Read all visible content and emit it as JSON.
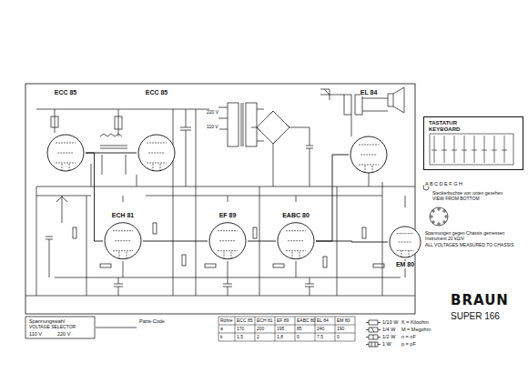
{
  "diagram": {
    "title": "BRAUN",
    "caption": "SUPER 166",
    "nodes": [
      {
        "text": [
          "ECC 85"
        ]
      },
      {
        "text": [
          "ECH 81"
        ]
      },
      {
        "text": [
          "ECC 85"
        ]
      },
      {
        "text": [
          "EF 89"
        ]
      },
      {
        "text": [
          "EABC 80"
        ]
      },
      {
        "text": [
          "EL 84"
        ]
      },
      {
        "text": [
          "EM 80"
        ]
      },
      {
        "text": [
          "TASTATUR",
          "KEYBOARD"
        ]
      }
    ],
    "edges": [
      {
        "from": 0,
        "to": 2,
        "arrow": "none"
      },
      {
        "from": 0,
        "to": 1,
        "arrow": "none"
      },
      {
        "from": 1,
        "to": 3,
        "arrow": "none"
      },
      {
        "from": 3,
        "to": 4,
        "arrow": "none"
      },
      {
        "from": 4,
        "to": 5,
        "arrow": "none"
      },
      {
        "from": 4,
        "to": 6,
        "arrow": "none"
      }
    ],
    "labels": [
      "A B C D E F G H",
      "Steckerbuchse von unten gesehen",
      "VIEW FROM BOTTOM",
      "Spannungen gegen Chassis gemessen",
      "Instrument 20 kΩ/V",
      "ALL VOLTAGES MEASURED TO CHASSIS",
      "K = Kiloohm",
      "M = Megohm",
      "n = nF",
      "p = pF",
      "Spannungswahl",
      "VOLTAGE SELECTOR",
      "110 V",
      "220 V",
      "Parts-Code",
      "220 V",
      "110 V",
      "Röhre",
      "ECC 85",
      "ECH 81",
      "EF 89",
      "EABC 80",
      "EL 84",
      "EM 80",
      "a",
      "170",
      "200",
      "195",
      "85",
      "240",
      "190",
      "k",
      "1,5",
      "2",
      "1,8",
      "0",
      "7,5",
      "0"
    ],
    "legend": [
      {
        "text": "1/10 W"
      },
      {
        "text": "1/4 W"
      },
      {
        "text": "1/2 W"
      },
      {
        "text": "1 W"
      }
    ]
  }
}
